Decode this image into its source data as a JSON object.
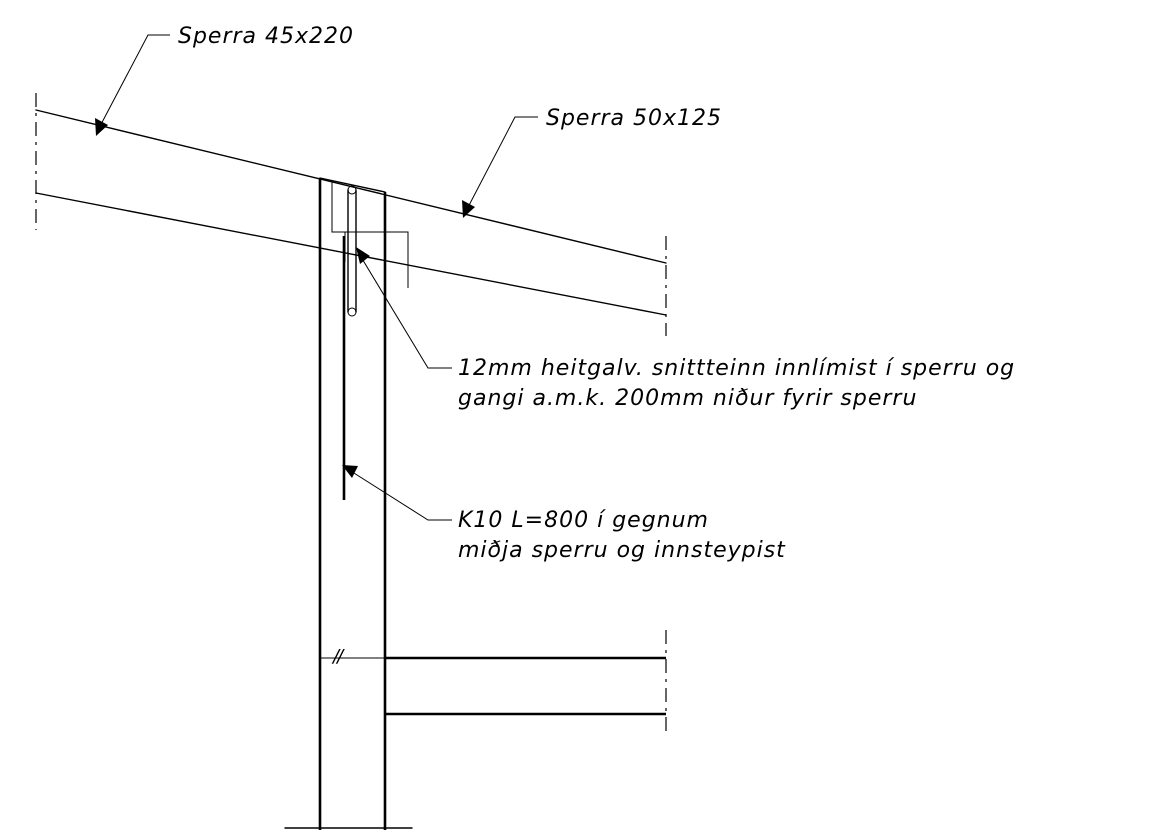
{
  "labels": {
    "rafter_upper": "Sperra 45x220",
    "rafter_lower": "Sperra 50x125",
    "bolt_line1": "12mm heitgalv. snittteinn innlímist í sperru og",
    "bolt_line2": "gangi a.m.k. 200mm niður fyrir sperru",
    "rebar_line1": "K10 L=800 í gegnum",
    "rebar_line2": "miðja sperru og innsteypist",
    "break_mark": "//"
  },
  "colors": {
    "line": "#000000",
    "background": "#ffffff"
  }
}
